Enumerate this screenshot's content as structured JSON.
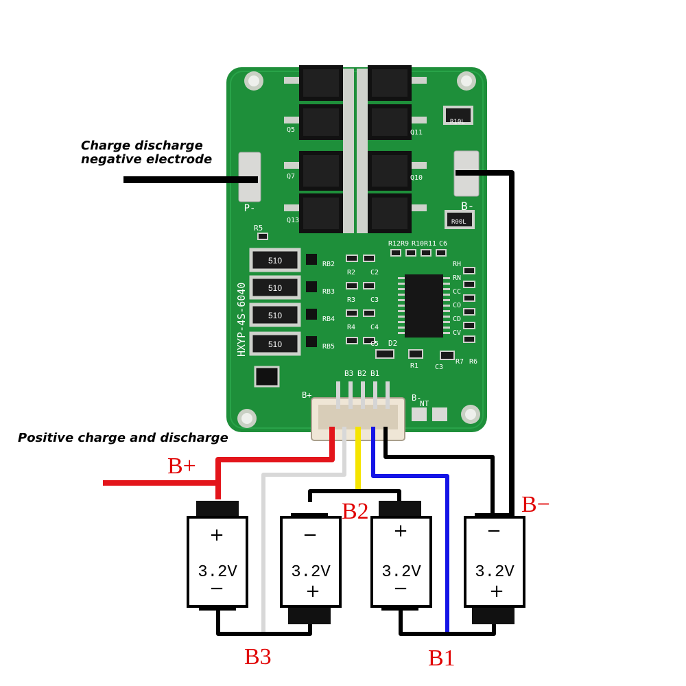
{
  "board": {
    "model": "HXYP-4S-6040",
    "pad_p_minus": "P-",
    "pad_b_minus": "B-",
    "connector_pins": [
      "B+",
      "B3",
      "B2",
      "B1",
      "B-"
    ],
    "ntc_label": "NT",
    "resistor_values": [
      "510",
      "510",
      "510",
      "510"
    ],
    "ref_labels": [
      "R5",
      "R12",
      "R9",
      "R10",
      "R11",
      "C6",
      "RB2",
      "RB3",
      "RB4",
      "RB5",
      "R2",
      "R3",
      "R4",
      "C2",
      "C3",
      "C4",
      "C5",
      "D2",
      "R1",
      "C3",
      "CV",
      "CD",
      "CO",
      "CC",
      "RN",
      "RH",
      "R7",
      "R6",
      "R10L",
      "R00L",
      "Q7",
      "Q5",
      "Q10",
      "Q11",
      "Q13"
    ]
  },
  "callouts": {
    "negative_electrode_line1": "Charge discharge",
    "negative_electrode_line2": "negative electrode",
    "positive": "Positive charge and discharge"
  },
  "wire_labels": {
    "b_plus": "B+",
    "b_minus": "B−",
    "b1": "B1",
    "b2": "B2",
    "b3": "B3"
  },
  "cells": [
    {
      "voltage": "3.2V",
      "top_sign": "+",
      "bottom_sign": "−"
    },
    {
      "voltage": "3.2V",
      "top_sign": "−",
      "bottom_sign": "+"
    },
    {
      "voltage": "3.2V",
      "top_sign": "+",
      "bottom_sign": "−"
    },
    {
      "voltage": "3.2V",
      "top_sign": "−",
      "bottom_sign": "+"
    }
  ],
  "colors": {
    "pcb": "#1e8f3a",
    "wire_black": "#000000",
    "wire_red": "#e3151b",
    "wire_white": "#d8d8d8",
    "wire_yellow": "#f5e400",
    "wire_blue": "#1414e6",
    "label_red": "#e00000"
  }
}
